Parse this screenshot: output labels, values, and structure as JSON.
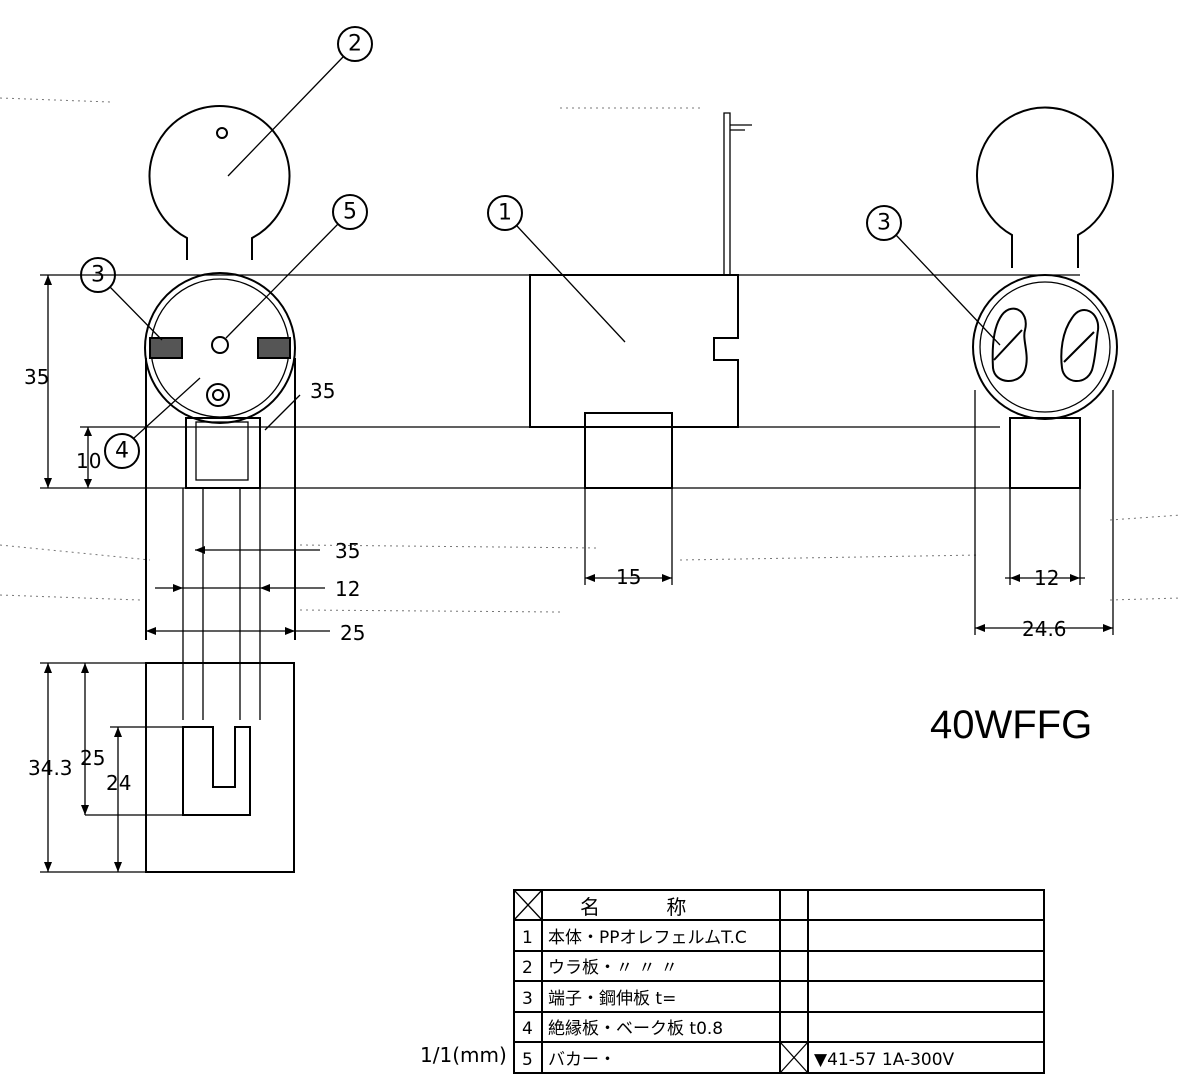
{
  "drawing": {
    "model": "40WFFG",
    "scale_note": "1/1(mm)",
    "callouts": [
      "1",
      "2",
      "3",
      "4",
      "5",
      "3"
    ],
    "dimensions": {
      "height_body": "35",
      "height_lower": "10",
      "angle_mark": "35",
      "width_pin": "35",
      "width_slot": "12",
      "width_body": "25",
      "width_side_base": "15",
      "width_right_inner": "12",
      "width_right_outer": "24.6",
      "bottom_total": "34.3",
      "bottom_mid": "25",
      "bottom_slot": "24"
    }
  },
  "parts_table": {
    "header": "名 称",
    "rows": [
      {
        "no": "1",
        "name": "本体・PPオレフェルムT.C"
      },
      {
        "no": "2",
        "name": "ウラ板・〃 〃 〃"
      },
      {
        "no": "3",
        "name": "端子・鋼伸板 t="
      },
      {
        "no": "4",
        "name": "絶縁板・ベーク板 t0.8"
      },
      {
        "no": "5",
        "name": "バカー・"
      }
    ],
    "rating": "▼41-57 1A-300V"
  }
}
